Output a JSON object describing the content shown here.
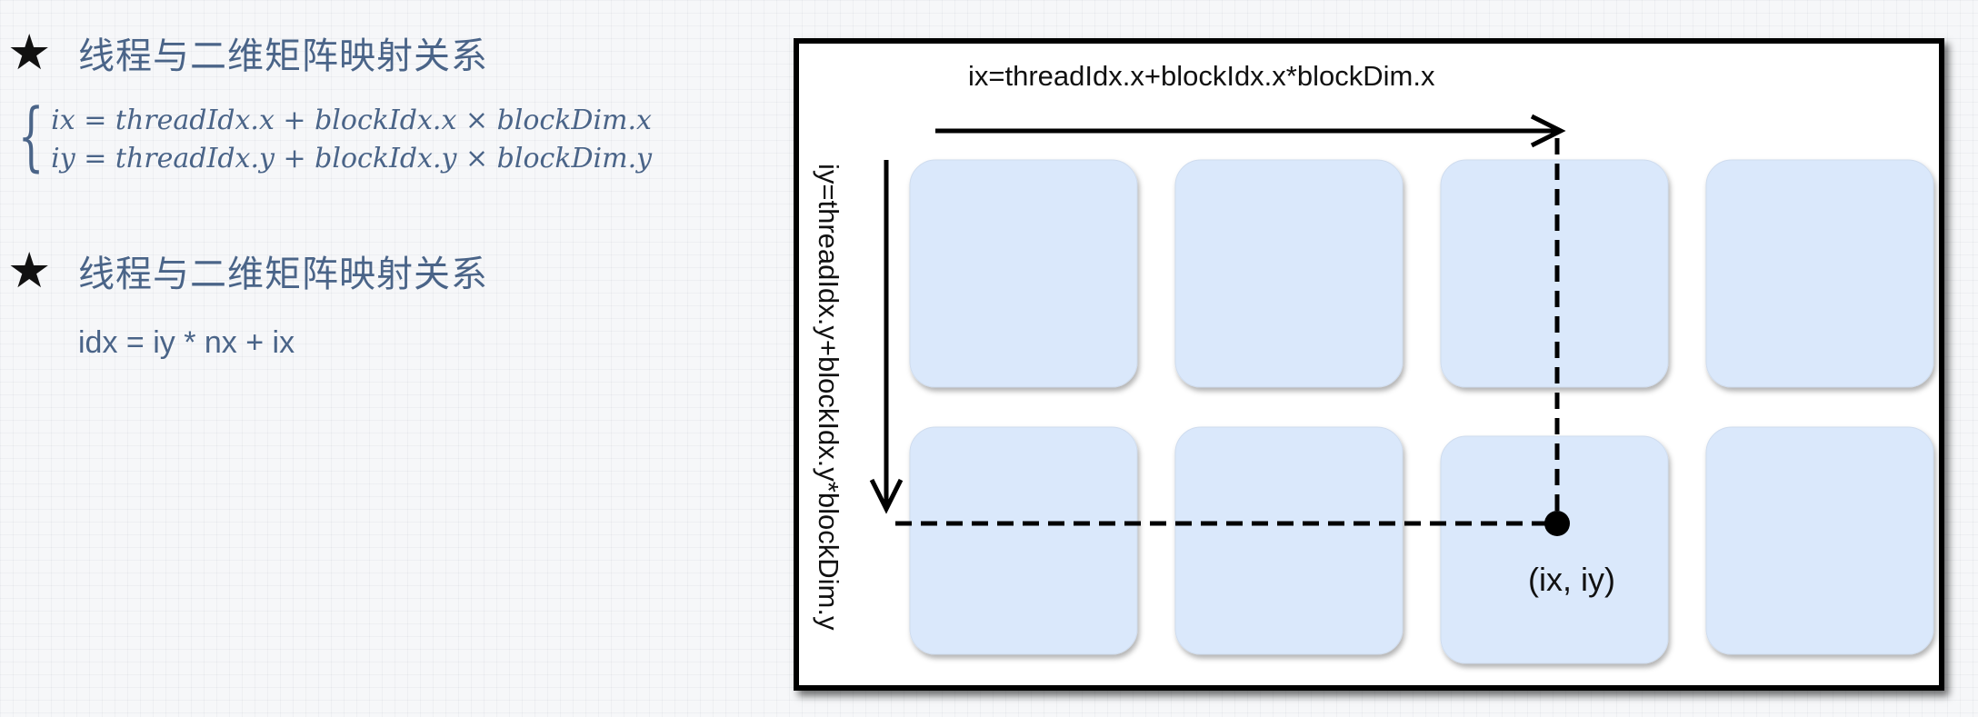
{
  "section_1": {
    "star": "★",
    "title": "线程与二维矩阵映射关系"
  },
  "formula": {
    "brace": "{",
    "line_1": "ix = threadIdx.x + blockIdx.x × blockDim.x",
    "line_2": "iy = threadIdx.y + blockIdx.y × blockDim.y"
  },
  "section_2": {
    "star": "★",
    "title": "线程与二维矩阵映射关系",
    "index_formula": "idx = iy * nx + ix"
  },
  "diagram": {
    "top_label": "ix=threadIdx.x+blockIdx.x*blockDim.x",
    "left_label": "iy=threadIdx.y+blockIdx.y*blockDim.y",
    "point_label": "(ix, iy)",
    "block_rows": 2,
    "block_cols": 4,
    "block_color": "#dae8fb"
  }
}
